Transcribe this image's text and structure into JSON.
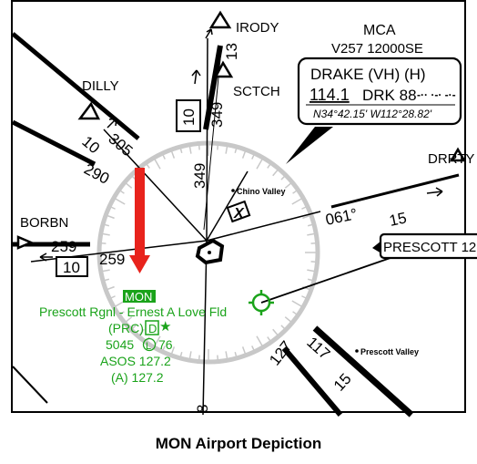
{
  "caption": "MON Airport Depiction",
  "colors": {
    "green": "#1aa31a",
    "compass": "#c8c8c8",
    "arrow": "#e8231c",
    "black": "#000000"
  },
  "fixes": {
    "irody": "IRODY",
    "dilly": "DILLY",
    "borbn": "BORBN",
    "sctch": "SCTCH",
    "drrty": "DRRTY"
  },
  "mca": {
    "title": "MCA",
    "route": "V257 12000SE"
  },
  "vor": {
    "name": "DRAKE (VH) (H)",
    "freq": "114.1",
    "ident": "DRK 88",
    "morse": "-·· ·-· -·-",
    "coords": "N34°42.15' W112°28.82'"
  },
  "prescott_box": "PRESCOTT 12",
  "labels": {
    "dilly_10": "10",
    "dilly_305": "305",
    "r290": "290",
    "borbn_259": "259",
    "borbn_10": "10",
    "radial_259": "259",
    "sctch_13": "13",
    "sctch_349": "349",
    "box_10": "10",
    "radial_349": "349",
    "r061": "061°",
    "r15_right": "15",
    "r117": "117",
    "r127": "127",
    "r15_bottom": "15",
    "r8": "8",
    "chino_valley": "Chino Valley",
    "prescott_valley": "Prescott Valley",
    "x_box": "X"
  },
  "airport": {
    "id": "MON",
    "name": "Prescott Rgnl - Ernest A Love Fld",
    "code_line": "(PRC)",
    "d_symbol": "D",
    "star": "★",
    "elev": "5045",
    "lighting": "L",
    "runway": "76",
    "asos": "ASOS 127.2",
    "atis": "(A) 127.2"
  },
  "icons": [
    "vor-icon",
    "airport-icon",
    "red-arrow-icon",
    "compass-rose-icon",
    "triangle-fix-icon"
  ]
}
